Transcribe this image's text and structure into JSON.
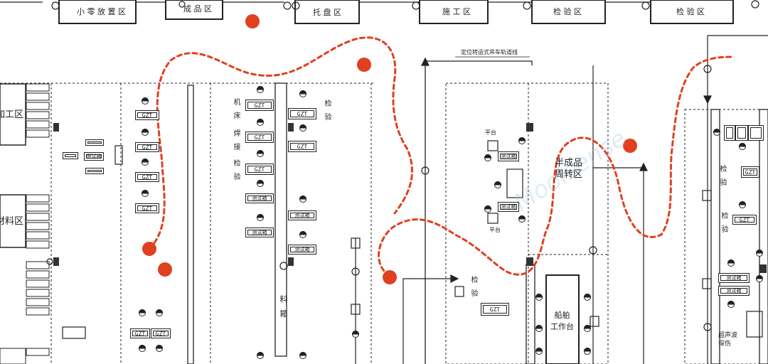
{
  "top_zones": {
    "small_parts": "小 零 放 置 区",
    "finished": "成 品 区",
    "tray": "托 盘 区",
    "construction": "施 工 区",
    "inspect1": "检 验 区",
    "inspect2": "检 验 区"
  },
  "side_zones": {
    "processing": "加工区",
    "material": "材料区"
  },
  "top_note": "定位转运式吊车轨道线",
  "semi_product": "半成品\n周转区",
  "workbench": "船舶\n工作台",
  "platform": "平台",
  "box_labels": {
    "gzt": "GZT",
    "test_box": "测试箱"
  },
  "vertical_labels": {
    "v1": "机 床",
    "v2": "焊 接",
    "v3": "检 验",
    "v4": "检 验",
    "v5": "料 箱",
    "v6": "检 验",
    "v7": "检 验",
    "v8": "检 验"
  },
  "bottom_right": "超声波\n探伤",
  "watermark": "Moolsense",
  "colors": {
    "route": "#e04020",
    "line": "#222222"
  }
}
